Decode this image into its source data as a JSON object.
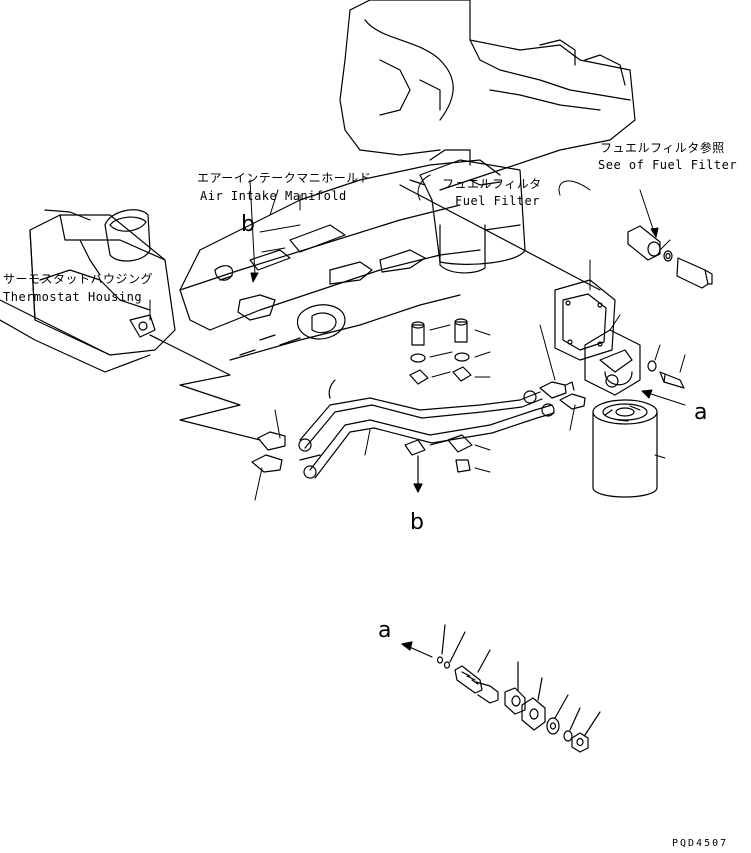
{
  "labels": {
    "air_intake_jp": "エアーインテークマニホールド",
    "air_intake_en": "Air Intake Manifold",
    "fuel_filter_jp": "フュエルフィルタ",
    "fuel_filter_en": "Fuel Filter",
    "see_fuel_filter_jp": "フュエルフィルタ参照",
    "see_fuel_filter_en": "See of Fuel Filter",
    "thermostat_jp": "サーモスタットハウジング",
    "thermostat_en": "Thermostat Housing"
  },
  "refs": {
    "a_upper": "a",
    "a_lower": "a",
    "b_upper": "b",
    "b_lower": "b"
  },
  "drawing_code": "PQD4507"
}
